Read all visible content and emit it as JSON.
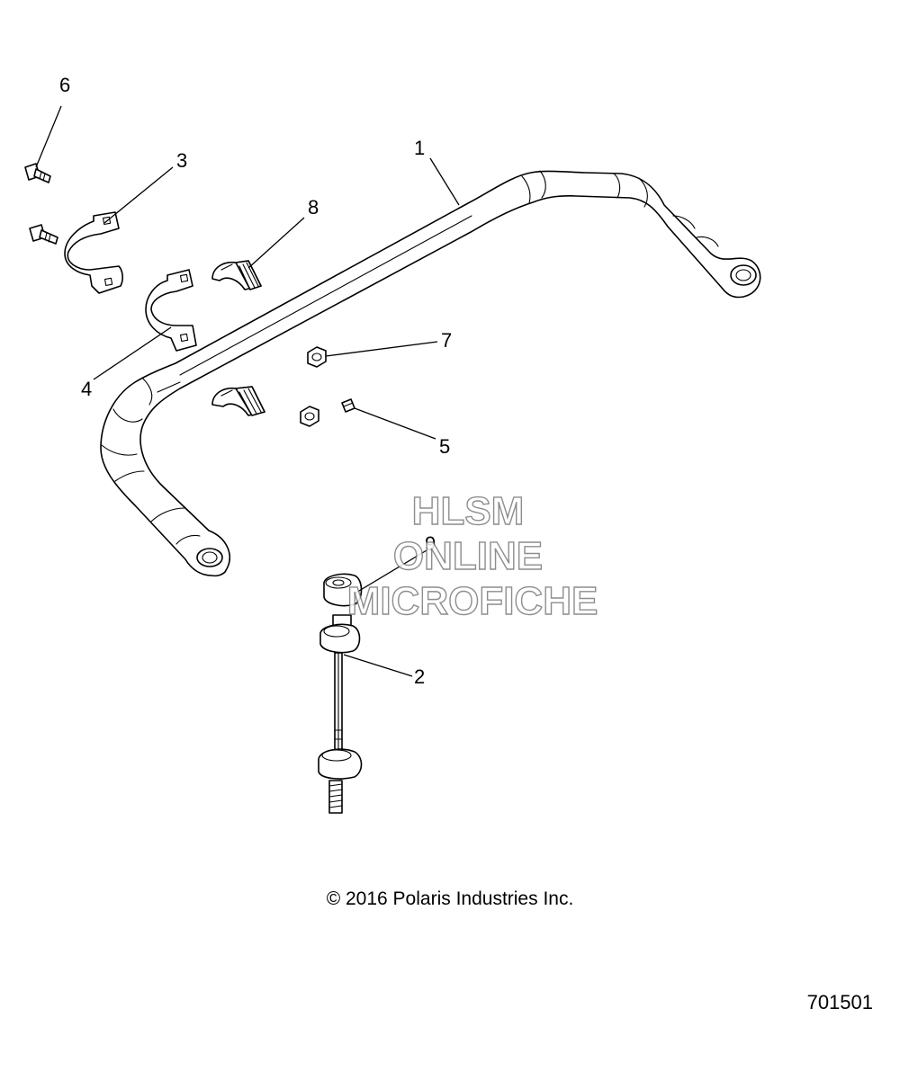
{
  "callouts": {
    "c1": "1",
    "c2": "2",
    "c3": "3",
    "c4": "4",
    "c5": "5",
    "c6": "6",
    "c7": "7",
    "c8": "8",
    "c9": "9"
  },
  "watermark": {
    "line1": "HLSM",
    "line2": "ONLINE",
    "line3": "MICROFICHE"
  },
  "copyright": "© 2016 Polaris Industries Inc.",
  "figure_number": "701501"
}
